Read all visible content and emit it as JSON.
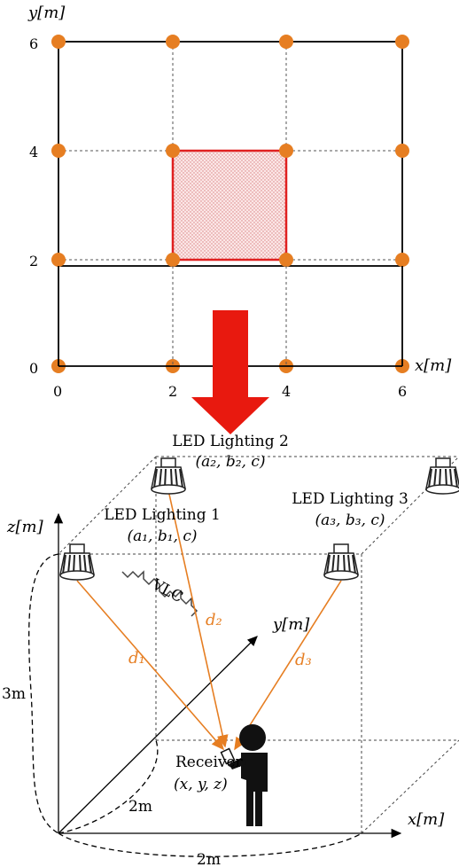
{
  "top_grid": {
    "y_axis_label": "y[m]",
    "x_axis_label": "x[m]",
    "y_ticks": [
      "6",
      "4",
      "2",
      "0"
    ],
    "x_ticks": [
      "0",
      "2",
      "4",
      "6"
    ],
    "led_color": "#e67e22",
    "highlight_color": "#e02020"
  },
  "room": {
    "led2_name": "LED Lighting 2",
    "led2_coord": "(a₂, b₂, c)",
    "led1_name": "LED Lighting 1",
    "led1_coord": "(a₁, b₁, c)",
    "led3_name": "LED Lighting 3",
    "led3_coord": "(a₃, b₃, c)",
    "z_axis_label": "z[m]",
    "y_axis_label": "y[m]",
    "x_axis_label": "x[m]",
    "vlc_label": "VLC",
    "d1_label": "d₁",
    "d2_label": "d₂",
    "d3_label": "d₃",
    "height_label": "3m",
    "depth_label": "2m",
    "width_label": "2m",
    "receiver_label": "Receiver",
    "receiver_coord": "(x, y, z)",
    "ray_color": "#e67e22",
    "arrow_color": "#e8190f"
  }
}
